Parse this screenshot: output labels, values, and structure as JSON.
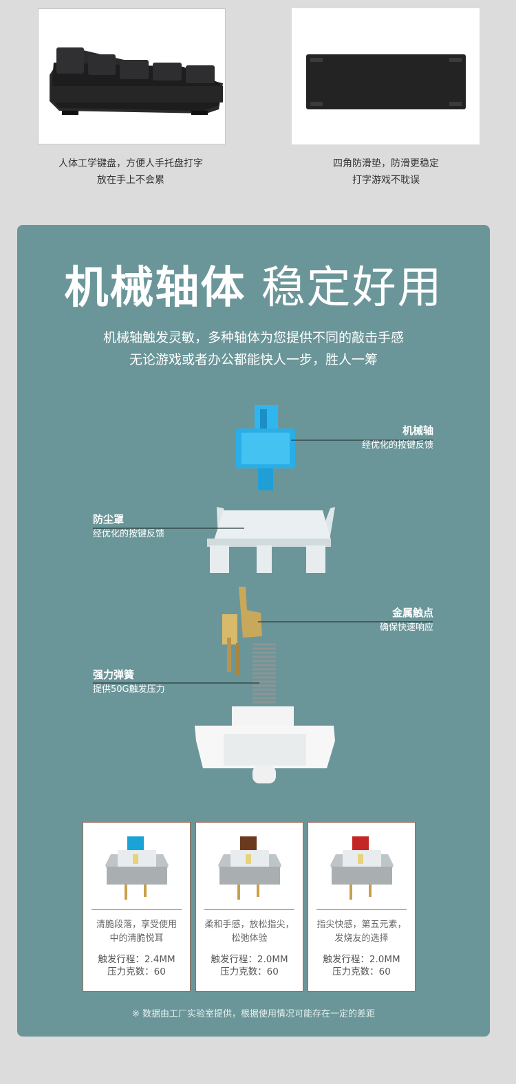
{
  "features": [
    {
      "caption_line1": "人体工学键盘，方便人手托盘打字",
      "caption_line2": "放在手上不会累",
      "image": "keyboard-side-view"
    },
    {
      "caption_line1": "四角防滑垫，防滑更稳定",
      "caption_line2": "打字游戏不耽误",
      "image": "keyboard-bottom-view"
    }
  ],
  "section": {
    "title_bold": "机械轴体",
    "title_light": "稳定好用",
    "subtitle_line1": "机械轴触发灵敏，多种轴体为您提供不同的敲击手感",
    "subtitle_line2": "无论游戏或者办公都能快人一步，胜人一筹"
  },
  "parts": [
    {
      "title": "机械轴",
      "desc": "经优化的按键反馈"
    },
    {
      "title": "防尘罩",
      "desc": "经优化的按键反馈"
    },
    {
      "title": "金属触点",
      "desc": "确保快速响应"
    },
    {
      "title": "强力弹簧",
      "desc": "提供50G触发压力"
    }
  ],
  "switches": [
    {
      "stem_color": "#1aa3d6",
      "desc_line1": "清脆段落，享受使用",
      "desc_line2": "中的清脆悦耳",
      "travel": "触发行程：2.4MM",
      "force": "压力克数：60"
    },
    {
      "stem_color": "#6b3a1e",
      "desc_line1": "柔和手感，放松指尖，",
      "desc_line2": "松弛体验",
      "travel": "触发行程：2.0MM",
      "force": "压力克数：60"
    },
    {
      "stem_color": "#c42626",
      "desc_line1": "指尖快感，第五元素，",
      "desc_line2": "发烧友的选择",
      "travel": "触发行程：2.0MM",
      "force": "压力克数：60"
    }
  ],
  "footnote": "※ 数据由工厂实验室提供，根据使用情况可能存在一定的差距"
}
